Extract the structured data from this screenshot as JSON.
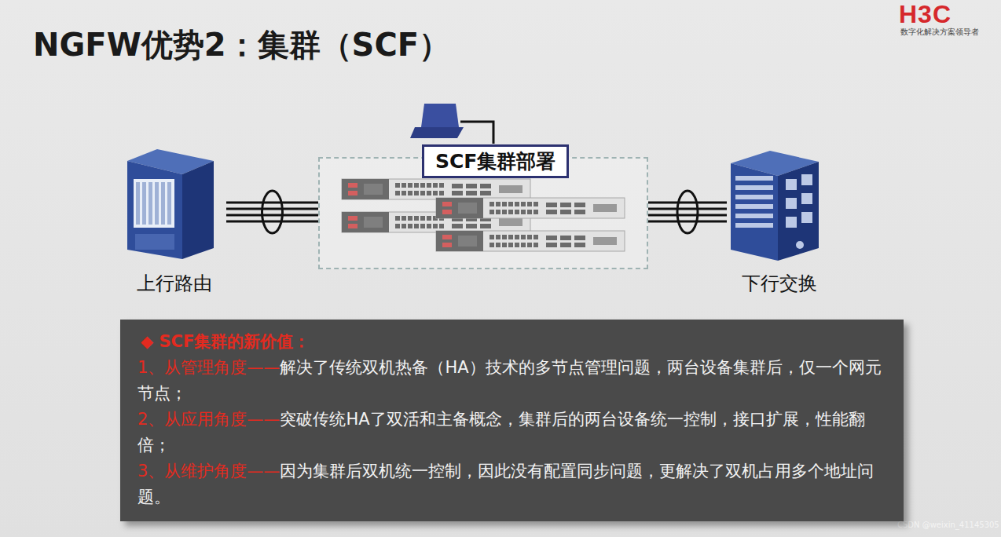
{
  "diagram": {
    "title": "NGFW优势2：集群（SCF）",
    "nodes": [
      {
        "text": [
          "上行路由"
        ]
      },
      {
        "text": [
          "SCF集群部署"
        ]
      },
      {
        "text": [
          "下行交换"
        ]
      },
      {
        "text": [
          "◆ SCF集群的新价值：",
          "1、从管理角度——",
          "解决了传统双机热备（HA）技术的多节点管理问题，两台设备集群后，仅一个网元节点；",
          "2、从应用角度——",
          "突破传统HA了双活和主备概念，集群后的两台设备统一控制，接口扩展，性能翻倍；",
          "3、从维护角度——",
          "因为集群后双机统一控制，因此没有配置同步问题，更解决了双机占用多个地址问题。"
        ]
      }
    ],
    "edges": [
      {
        "from": 0,
        "to": 1,
        "arrow": "none"
      },
      {
        "from": 1,
        "to": 2,
        "arrow": "none"
      }
    ],
    "labels": [
      "H3C",
      "数字化解决方案领导者",
      "CSDN @weixin_41145305"
    ]
  }
}
